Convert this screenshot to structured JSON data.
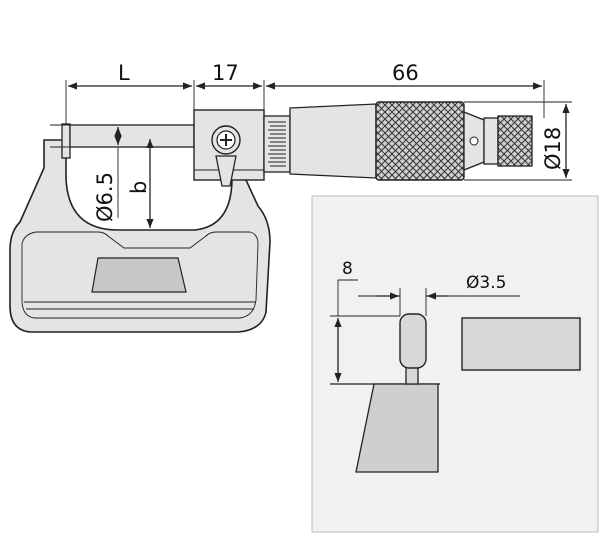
{
  "drawing": {
    "dimensions": {
      "length_L": "L",
      "frame_width": "17",
      "thimble_length": "66",
      "spindle_diameter": "Ø6.5",
      "throat_depth": "b",
      "thimble_diameter": "Ø18",
      "tip_height": "8",
      "tip_diameter": "Ø3.5"
    }
  }
}
